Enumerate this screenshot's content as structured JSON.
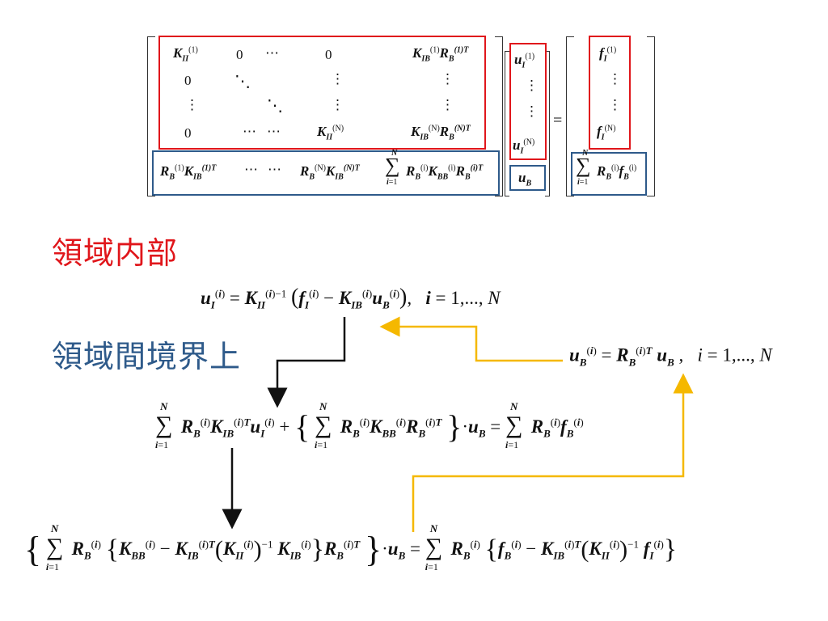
{
  "colors": {
    "red": "#e0161b",
    "blue": "#2e5a8a",
    "gold": "#f5b800",
    "black": "#111111"
  },
  "matrix": {
    "rows": [
      [
        "K_II^(1)",
        "0",
        "⋯",
        "0",
        "K_IB^(1) R_B^(1)T"
      ],
      [
        "0",
        "⋱",
        "",
        "⋮",
        "⋮"
      ],
      [
        "⋮",
        "",
        "⋱",
        "⋮",
        "⋮"
      ],
      [
        "0",
        "⋯",
        "⋯",
        "K_II^(N)",
        "K_IB^(N) R_B^(N)T"
      ],
      [
        "R_B^(1) K_IB^(1)T",
        "⋯",
        "⋯",
        "R_B^(N) K_IB^(N)T",
        "Σ_{i=1}^{N} R_B^(i) K_BB^(i) R_B^(i)T"
      ]
    ],
    "u_vector": [
      "u_I^(1)",
      "⋮",
      "⋮",
      "u_I^(N)",
      "u_B"
    ],
    "equals": "=",
    "f_vector": [
      "f_I^(1)",
      "⋮",
      "⋮",
      "f_I^(N)",
      "Σ_{i=1}^{N} R_B^(i) f_B^(i)"
    ]
  },
  "headings": {
    "interior": "領域内部",
    "interface": "領域間境界上"
  },
  "equations": {
    "interior": "u_I^(i) = K_II^(i)-1 ( f_I^(i) − K_IB^(i) u_B^(i) ),  i = 1,..., N",
    "boundary": "u_B^(i) = R_B^(i)T u_B ,  i = 1,..., N",
    "coupled": "Σ_{i=1}^{N} R_B^(i) K_IB^(i)T u_I^(i) + { Σ_{i=1}^{N} R_B^(i) K_BB^(i) R_B^(i)T } · u_B = Σ_{i=1}^{N} R_B^(i) f_B^(i)",
    "schur": "{ Σ_{i=1}^{N} R_B^(i) { K_BB^(i) − K_IB^(i)T ( K_II^(i) )^-1 K_IB^(i) } R_B^(i)T } · u_B = Σ_{i=1}^{N} R_B^(i) { f_B^(i) − K_IB^(i)T ( K_II^(i) )^-1 f_I^(i) }"
  }
}
